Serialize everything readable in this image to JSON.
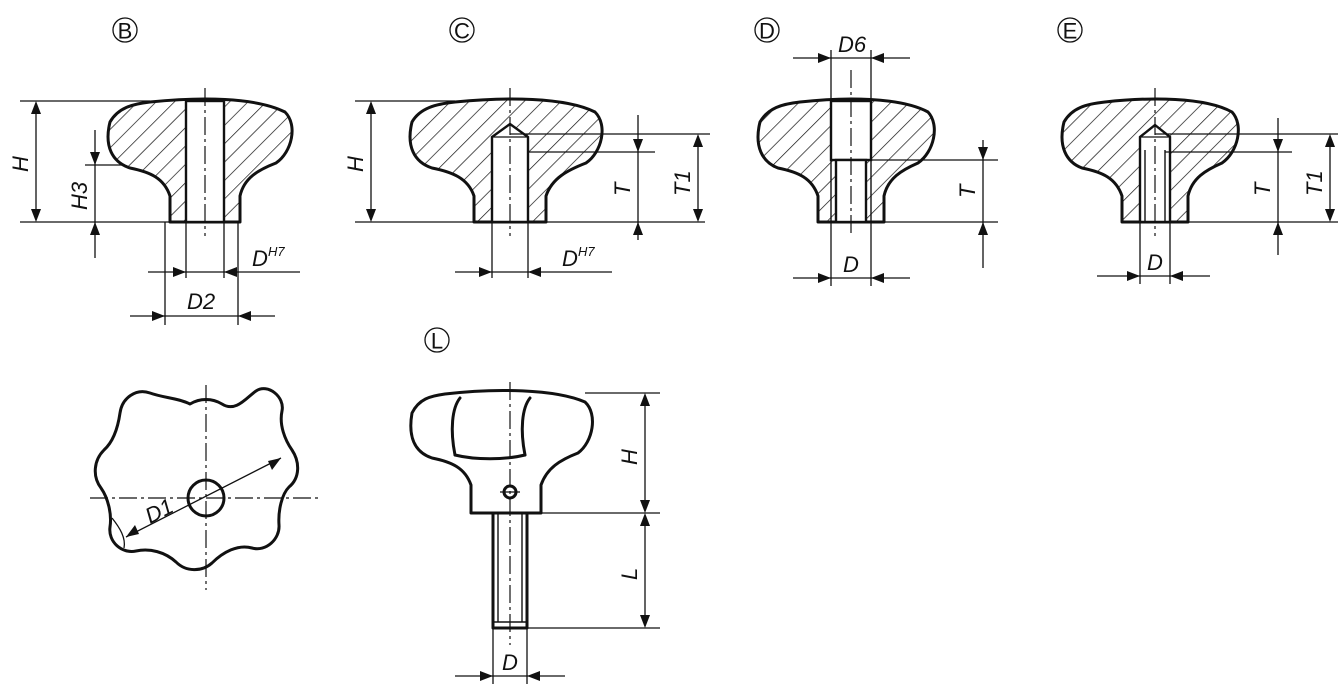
{
  "views": [
    {
      "id": "B",
      "label": "B"
    },
    {
      "id": "C",
      "label": "C"
    },
    {
      "id": "D",
      "label": "D"
    },
    {
      "id": "E",
      "label": "E"
    },
    {
      "id": "L",
      "label": "L"
    }
  ],
  "dimensions": {
    "h": "H",
    "h3": "H3",
    "t": "T",
    "t1": "T1",
    "d": "D",
    "d_h7_base": "D",
    "h7": "H7",
    "d1": "D1",
    "d2": "D2",
    "d6": "D6",
    "l": "L"
  }
}
